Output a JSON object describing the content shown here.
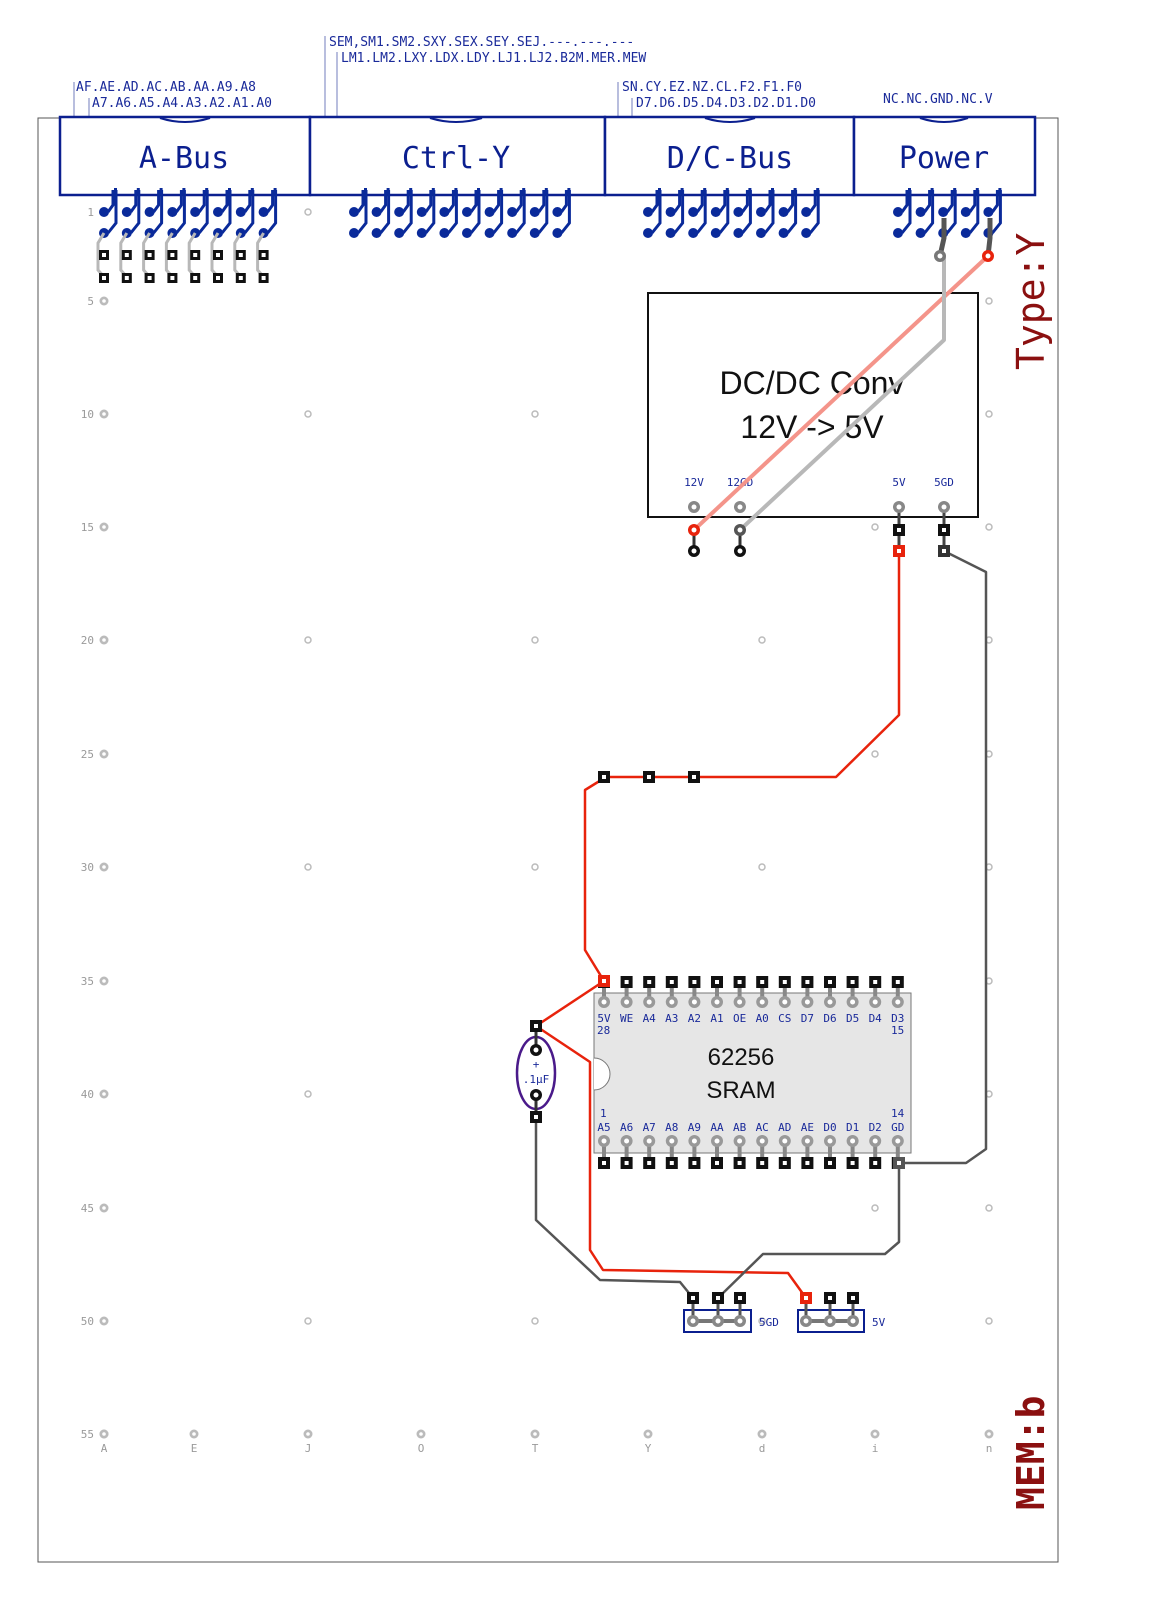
{
  "colors": {
    "bus_blue": "#0b1f8f",
    "pad_blue": "#0a2a9a",
    "label_blue": "#1a2a9a",
    "grid_gray": "#9a9a9a",
    "wire_red": "#e8230c",
    "wire_pink": "#f4948a",
    "wire_gray": "#b8b8b8",
    "wire_dark": "#555555",
    "title_red": "#8b1010",
    "cap_purple": "#4a1a8a",
    "chip_fill": "#e6e6e6"
  },
  "connectors": [
    {
      "name": "A-Bus",
      "label_top": "AF.AE.AD.AC.AB.AA.A9.A8",
      "label_bottom": "A7.A6.A5.A4.A3.A2.A1.A0"
    },
    {
      "name": "Ctrl-Y",
      "label_top": "SEM,SM1.SM2.SXY.SEX.SEY.SEJ.---.---.---",
      "label_bottom": "LM1.LM2.LXY.LDX.LDY.LJ1.LJ2.B2M.MER.MEW"
    },
    {
      "name": "D/C-Bus",
      "label_top": "SN.CY.EZ.NZ.CL.F2.F1.F0",
      "label_bottom": "D7.D6.D5.D4.D3.D2.D1.D0"
    },
    {
      "name": "Power",
      "label_top": "NC.NC.GND.NC.V",
      "label_bottom": ""
    }
  ],
  "row_labels": [
    "1",
    "5",
    "10",
    "15",
    "20",
    "25",
    "30",
    "35",
    "40",
    "45",
    "50",
    "55"
  ],
  "col_labels": [
    "A",
    "E",
    "J",
    "O",
    "T",
    "Y",
    "d",
    "i",
    "n"
  ],
  "dcdc": {
    "title_line1": "DC/DC Conv",
    "title_line2": "12V -> 5V",
    "pins": [
      "12V",
      "12GD",
      "5V",
      "5GD"
    ]
  },
  "sram": {
    "name_line1": "62256",
    "name_line2": "SRAM",
    "top_pins": [
      "5V",
      "WE",
      "A4",
      "A3",
      "A2",
      "A1",
      "OE",
      "A0",
      "CS",
      "D7",
      "D6",
      "D5",
      "D4",
      "D3"
    ],
    "bottom_pins": [
      "A5",
      "A6",
      "A7",
      "A8",
      "A9",
      "AA",
      "AB",
      "AC",
      "AD",
      "AE",
      "D0",
      "D1",
      "D2",
      "GD"
    ],
    "pin_num_top_left": "28",
    "pin_num_top_right": "15",
    "pin_num_bottom_left": "1",
    "pin_num_bottom_right": "14"
  },
  "capacitor": {
    "plus": "+",
    "value": ".1µF"
  },
  "headers": [
    {
      "label": "5GD"
    },
    {
      "label": "5V"
    }
  ],
  "side_title": "Type:Y",
  "bottom_title": "MEM:b"
}
